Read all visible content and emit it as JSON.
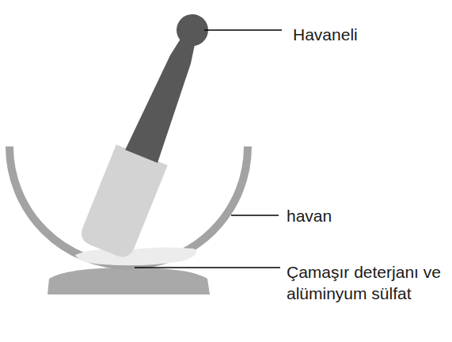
{
  "diagram": {
    "labels": [
      "Havaneli",
      "havan",
      "Çamaşır deterjanı ve alüminyum sülfat"
    ]
  }
}
